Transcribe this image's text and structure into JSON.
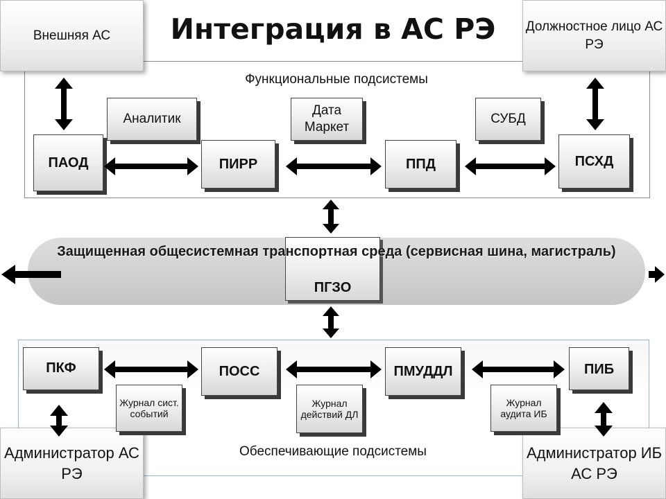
{
  "title": "Интеграция в АС РЭ",
  "corners": {
    "external_system": "Внешняя АС",
    "official": "Должностное лицо АС РЭ",
    "admin": "Администратор АС РЭ",
    "admin_security": "Администратор ИБ АС РЭ"
  },
  "functional": {
    "title": "Функциональные подсистемы",
    "analytic": "Аналитик",
    "datamart": "Дата Маркет",
    "dbms": "СУБД",
    "paod": "ПАОД",
    "pirr": "ПИРР",
    "ppd": "ППД",
    "pshd": "ПСХД"
  },
  "bus": {
    "text": "Защищенная общесистемная транспортная среда (сервисная шина, магистраль)",
    "pgzo": "ПГЗО"
  },
  "support": {
    "title": "Обеспечивающие подсистемы",
    "pkf": "ПКФ",
    "poss": "ПОСС",
    "pmuddl": "ПМУДДЛ",
    "pib": "ПИБ",
    "journal_events": "Журнал сист. событий",
    "journal_actions": "Журнал действий ДЛ",
    "journal_audit": "Журнал аудита ИБ"
  }
}
